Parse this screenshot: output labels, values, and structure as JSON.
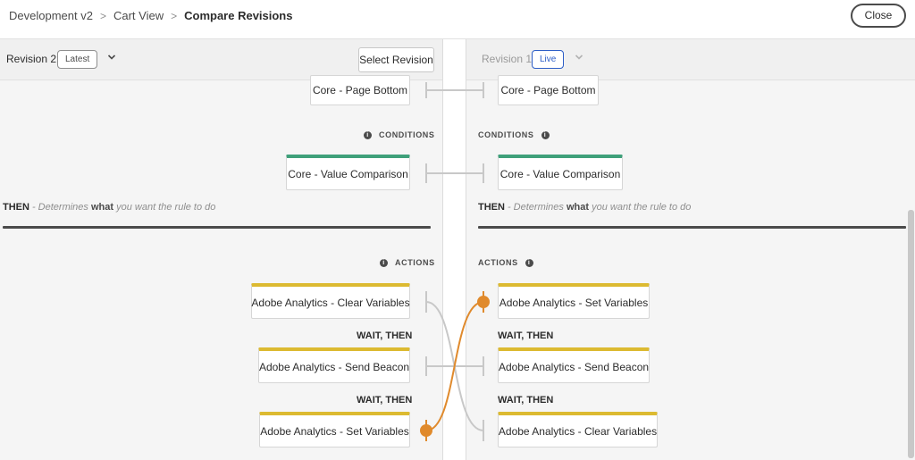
{
  "breadcrumb": {
    "items": [
      "Development v2",
      "Cart View",
      "Compare Revisions"
    ],
    "separator": ">"
  },
  "header": {
    "close_label": "Close"
  },
  "left_revision": {
    "label": "Revision 2",
    "badge": "Latest",
    "select_label": "Select Revision"
  },
  "right_revision": {
    "label": "Revision 1",
    "badge": "Live"
  },
  "left": {
    "event_card": "Core - Page Bottom",
    "conditions_label": "CONDITIONS",
    "condition_card": "Core - Value Comparison",
    "then_key": "THEN",
    "then_desc_1": "- Determines ",
    "then_desc_bold": "what",
    "then_desc_2": " you want the rule to do",
    "actions_label": "ACTIONS",
    "actions": [
      "Adobe Analytics - Clear Variables",
      "Adobe Analytics - Send Beacon",
      "Adobe Analytics - Set Variables"
    ],
    "wait_label": "WAIT, THEN"
  },
  "right": {
    "event_card": "Core - Page Bottom",
    "conditions_label": "CONDITIONS",
    "condition_card": "Core - Value Comparison",
    "then_key": "THEN",
    "then_desc_1": "- Determines ",
    "then_desc_bold": "what",
    "then_desc_2": " you want the rule to do",
    "actions_label": "ACTIONS",
    "actions": [
      "Adobe Analytics - Set Variables",
      "Adobe Analytics - Send Beacon",
      "Adobe Analytics - Clear Variables"
    ],
    "wait_label": "WAIT, THEN"
  },
  "colors": {
    "condition_accent": "#3fa07a",
    "action_accent": "#dcba31",
    "moved_connector": "#e08a2c",
    "unchanged_connector": "#c8c8c8",
    "live_badge": "#2d5ec7"
  },
  "icons": [
    "chevron-right-icon",
    "chevron-down-icon",
    "info-icon"
  ]
}
